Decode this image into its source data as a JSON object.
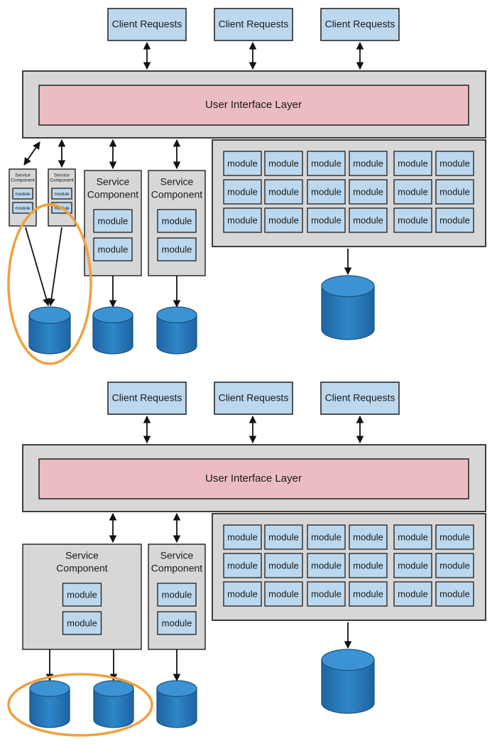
{
  "labels": {
    "client_requests": "Client Requests",
    "ui_layer": "User Interface Layer",
    "service": "Service",
    "component": "Component",
    "module": "module"
  },
  "colors": {
    "client_box": "#bcd8ee",
    "ui_layer": "#ebbdc2",
    "container": "#d7d7d7",
    "module": "#bcd8ee",
    "database": "#2a7ab8",
    "highlight_ring": "#f2a03d"
  },
  "icons": {
    "database": "database-icon",
    "arrow": "arrow-icon"
  }
}
